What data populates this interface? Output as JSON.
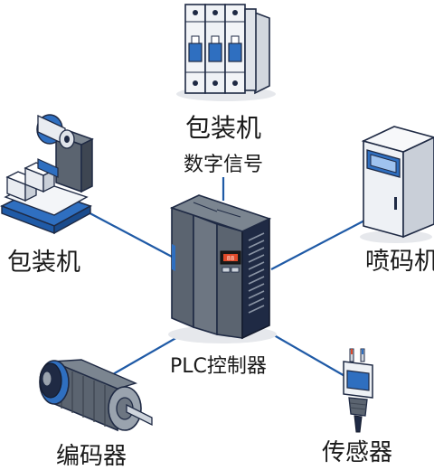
{
  "labels": {
    "top_machine": "包装机",
    "signal": "数字信号",
    "left_machine": "包装机",
    "right_machine": "喷码机",
    "center": "PLC控制器",
    "encoder": "编码器",
    "sensor": "传感器"
  },
  "plc_display": "88",
  "colors": {
    "connector": "#1f5aa6",
    "accent_blue": "#2f6fc0",
    "dark_navy": "#1f2a44",
    "plc_body": "#5b6470",
    "display_red": "#e04a2a",
    "shadow": "#e6e8ec"
  }
}
